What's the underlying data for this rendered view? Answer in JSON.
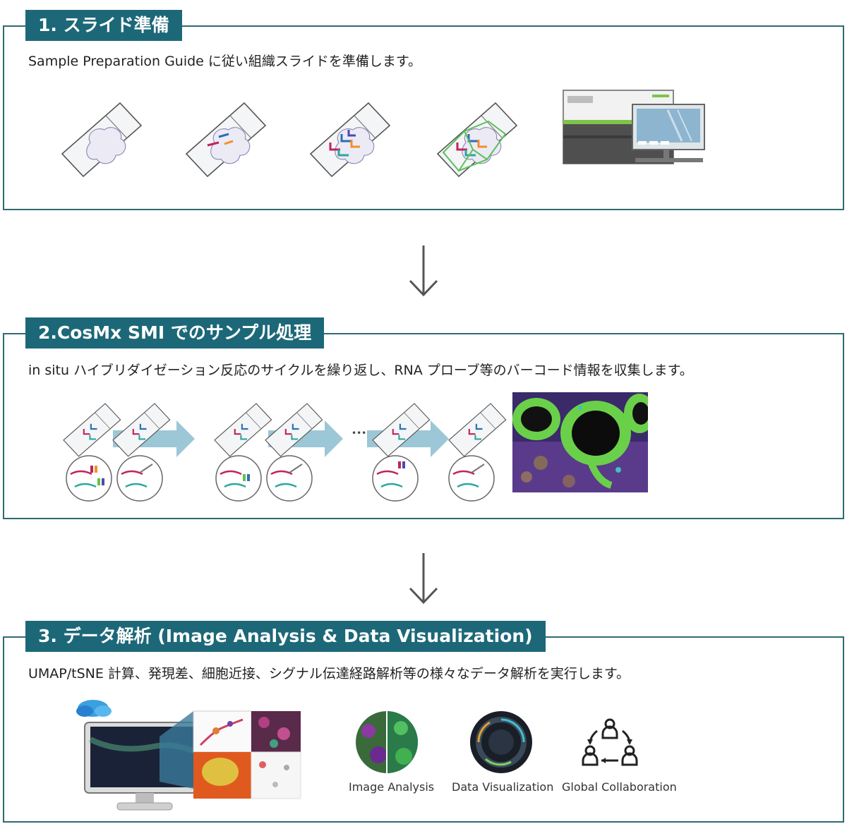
{
  "steps": [
    {
      "title": "1. スライド準備",
      "description": "Sample Preparation Guide に従い組織スライドを準備します。"
    },
    {
      "title": "2.CosMx SMI でのサンプル処理",
      "description": "in situ ハイブリダイゼーション反応のサイクルを繰り返し、RNA プローブ等のバーコード情報を収集します。"
    },
    {
      "title": "3. データ解析 (Image Analysis & Data Visualization)",
      "description": "UMAP/tSNE 計算、発現差、細胞近接、シグナル伝達経路解析等の様々なデータ解析を実行します。",
      "captions": [
        "Image Analysis",
        "Data Visualization",
        "Global Collaboration"
      ]
    }
  ],
  "colors": {
    "border": "#2f6b73",
    "tab": "#1c6878",
    "arrow_big": "#9cc7d6",
    "probe_red": "#c0245a",
    "probe_teal": "#2aa8a0",
    "probe_blue": "#2b6fb8",
    "probe_orange": "#f0902a",
    "probe_green": "#66c24a"
  },
  "icons": [
    "tissue-slide-icon",
    "instrument-icon",
    "monitor-icon",
    "cloud-icon",
    "collaboration-icon"
  ]
}
